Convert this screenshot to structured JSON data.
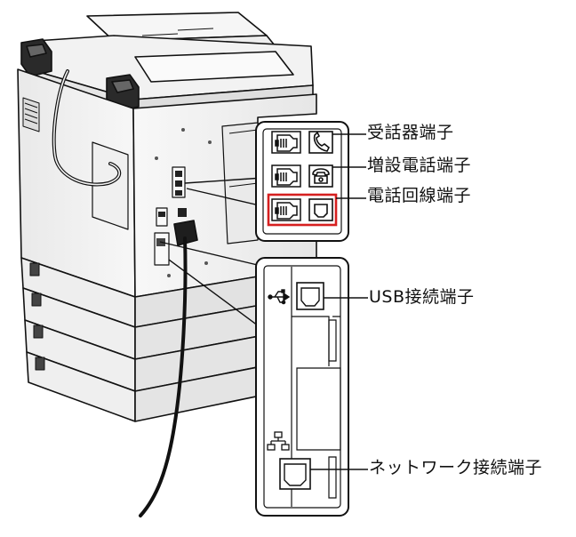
{
  "labels": {
    "handset_port": "受話器端子",
    "extension_phone_port": "増設電話端子",
    "phone_line_port": "電話回線端子",
    "usb_port": "USB接続端子",
    "network_port": "ネットワーク接続端子"
  },
  "colors": {
    "line": "#111111",
    "body_light": "#f4f4f4",
    "body_mid": "#e4e4e4",
    "body_dark": "#c9c9c9",
    "highlight": "#d62020"
  },
  "highlighted_port": "phone_line_port",
  "icons": [
    "modular-jack-icon",
    "handset-icon",
    "telephone-icon",
    "line-jack-icon",
    "usb-icon",
    "network-icon"
  ]
}
